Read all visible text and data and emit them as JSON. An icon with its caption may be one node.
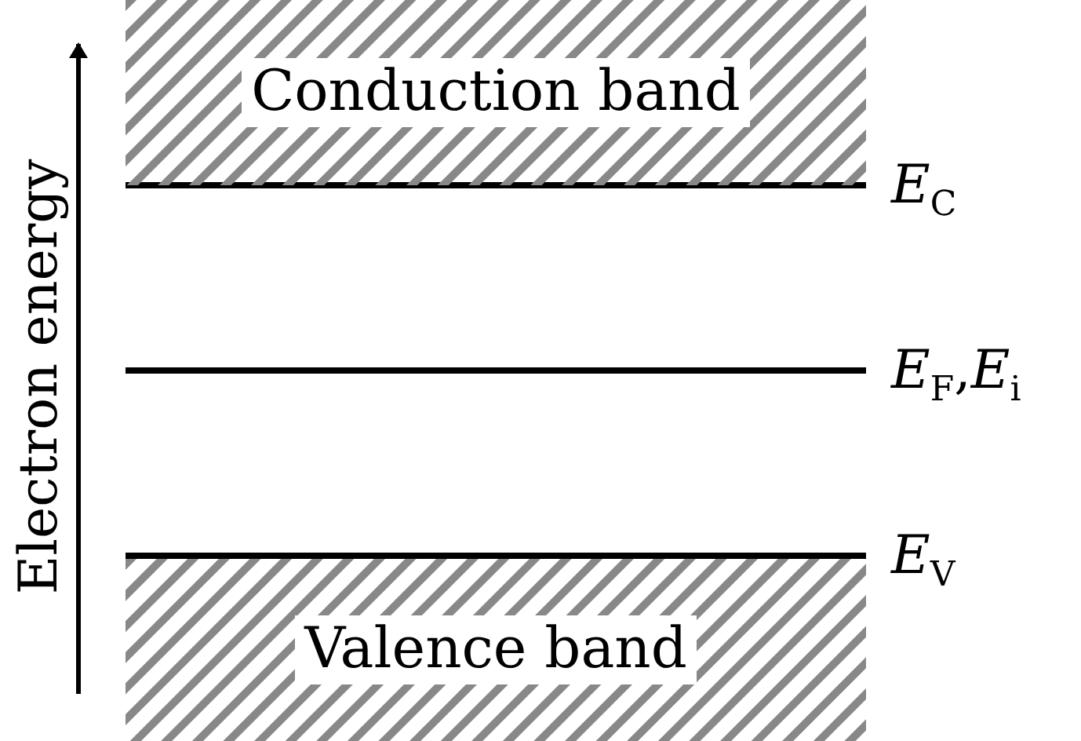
{
  "diagram": {
    "nodes": [
      {
        "text": [
          "Conduction band"
        ]
      },
      {
        "text": [
          "Valence band"
        ]
      }
    ],
    "labels": [
      "*E*$_{C}$",
      "*E*$_{F}$,*E*$_{i}$",
      "*E*$_{V}$",
      "Electron energy"
    ]
  }
}
